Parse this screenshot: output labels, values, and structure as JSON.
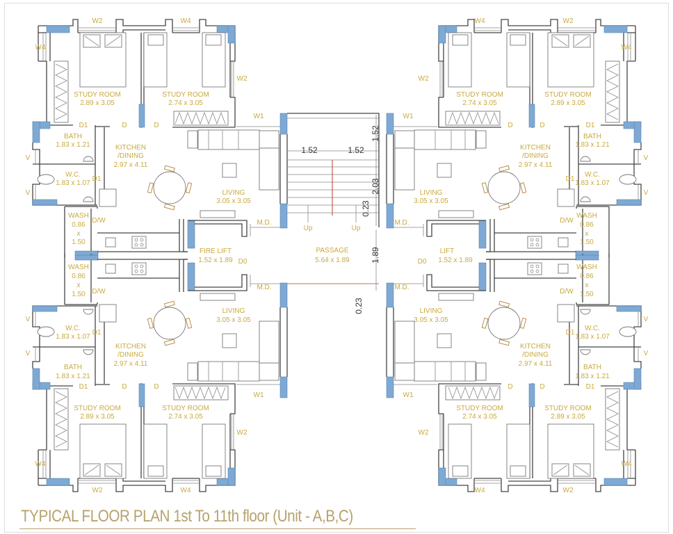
{
  "title": "TYPICAL FLOOR PLAN  1st To 11th floor (Unit - A,B,C)",
  "colors": {
    "label": "#c9a93e",
    "window": "#7ea9d4",
    "wall": "#444444",
    "title": "#b7a26b"
  },
  "core": {
    "stair_width_left": "1.52",
    "stair_width_right": "1.52",
    "landing_depth": "1.52",
    "flight_length": "2.03",
    "gap_top": "0.23",
    "passage_depth": "1.89",
    "gap_bottom": "0.23",
    "up_left": "Up",
    "up_right": "Up",
    "passage_name": "PASSAGE",
    "passage_size": "5.64 x 1.89",
    "fire_lift_name": "FIRE LIFT",
    "fire_lift_size": "1.52 x 1.89",
    "fire_lift_door": "D0",
    "lift_name": "LIFT",
    "lift_size": "1.52 x 1.89",
    "lift_door": "D0",
    "md_tl": "M.D.",
    "md_tr": "M.D.",
    "md_bl": "M.D.",
    "md_br": "M.D."
  },
  "units": {
    "top_left": {
      "w2_top": "W2",
      "w4_top": "W4",
      "w4_side": "W4",
      "w2_side": "W2",
      "w1": "W1",
      "study1_name": "STUDY ROOM",
      "study1_size": "2.89 x 3.05",
      "study2_name": "STUDY ROOM",
      "study2_size": "2.74 x 3.05",
      "d1_bath": "D1",
      "d_study1": "D",
      "d_study2": "D",
      "bath_name": "BATH",
      "bath_size": "1.83 x 1.21",
      "kitchen_name": "KITCHEN",
      "kitchen_name2": "/DINING",
      "kitchen_size": "2.97 x 4.11",
      "v1": "V",
      "v2": "V",
      "wc_name": "W.C.",
      "wc_size": "1.83 x 1.07",
      "d1_wc": "D1",
      "living_name": "LIVING",
      "living_size": "3.05 x 3.05",
      "wash_name": "WASH",
      "wash_w": "0.86",
      "wash_x": "x",
      "wash_d": "1.50",
      "dw": "D/W"
    },
    "top_right": {
      "w2_top": "W2",
      "w4_top": "W4",
      "w4_side": "W4",
      "w2_side": "W2",
      "w1": "W1",
      "study1_name": "STUDY ROOM",
      "study1_size": "2.89 x 3.05",
      "study2_name": "STUDY ROOM",
      "study2_size": "2.74 x 3.05",
      "d1_bath": "D1",
      "d_study1": "D",
      "d_study2": "D",
      "bath_name": "BATH",
      "bath_size": "1.83 x 1.21",
      "kitchen_name": "KITCHEN",
      "kitchen_name2": "/DINING",
      "kitchen_size": "2.97 x 4.11",
      "v1": "V",
      "v2": "V",
      "wc_name": "W.C.",
      "wc_size": "1.83 x 1.07",
      "d1_wc": "D1",
      "living_name": "LIVING",
      "living_size": "3.05 x 3.05",
      "wash_name": "WASH",
      "wash_w": "0.86",
      "wash_x": "x",
      "wash_d": "1.50",
      "dw": "D/W"
    },
    "bottom_left": {
      "w2_top": "W2",
      "w4_top": "W4",
      "w4_side": "W4",
      "w2_side": "W2",
      "w1": "W1",
      "study1_name": "STUDY ROOM",
      "study1_size": "2.89 x 3.05",
      "study2_name": "STUDY ROOM",
      "study2_size": "2.74 x 3.05",
      "d1_bath": "D1",
      "d_study1": "D",
      "d_study2": "D",
      "bath_name": "BATH",
      "bath_size": "1.83 x 1.21",
      "kitchen_name": "KITCHEN",
      "kitchen_name2": "/DINING",
      "kitchen_size": "2.97 x 4.11",
      "v1": "V",
      "v2": "V",
      "wc_name": "W.C.",
      "wc_size": "1.83 x 1.07",
      "d1_wc": "D1",
      "living_name": "LIVING",
      "living_size": "3.05 x 3.05",
      "wash_name": "WASH",
      "wash_w": "0.86",
      "wash_x": "x",
      "wash_d": "1.50",
      "dw": "D/W"
    },
    "bottom_right": {
      "w2_top": "W2",
      "w4_top": "W4",
      "w4_side": "W4",
      "w2_side": "W2",
      "w1": "W1",
      "study1_name": "STUDY ROOM",
      "study1_size": "2.89 x 3.05",
      "study2_name": "STUDY ROOM",
      "study2_size": "2.74 x 3.05",
      "d1_bath": "D1",
      "d_study1": "D",
      "d_study2": "D",
      "bath_name": "BATH",
      "bath_size": "1.83 x 1.21",
      "kitchen_name": "KITCHEN",
      "kitchen_name2": "/DINING",
      "kitchen_size": "2.97 x 4.11",
      "v1": "V",
      "v2": "V",
      "wc_name": "W.C.",
      "wc_size": "1.83 x 1.07",
      "d1_wc": "D1",
      "living_name": "LIVING",
      "living_size": "3.05 x 3.05",
      "wash_name": "WASH",
      "wash_w": "0.86",
      "wash_x": "x",
      "wash_d": "1.50",
      "dw": "D/W"
    }
  }
}
